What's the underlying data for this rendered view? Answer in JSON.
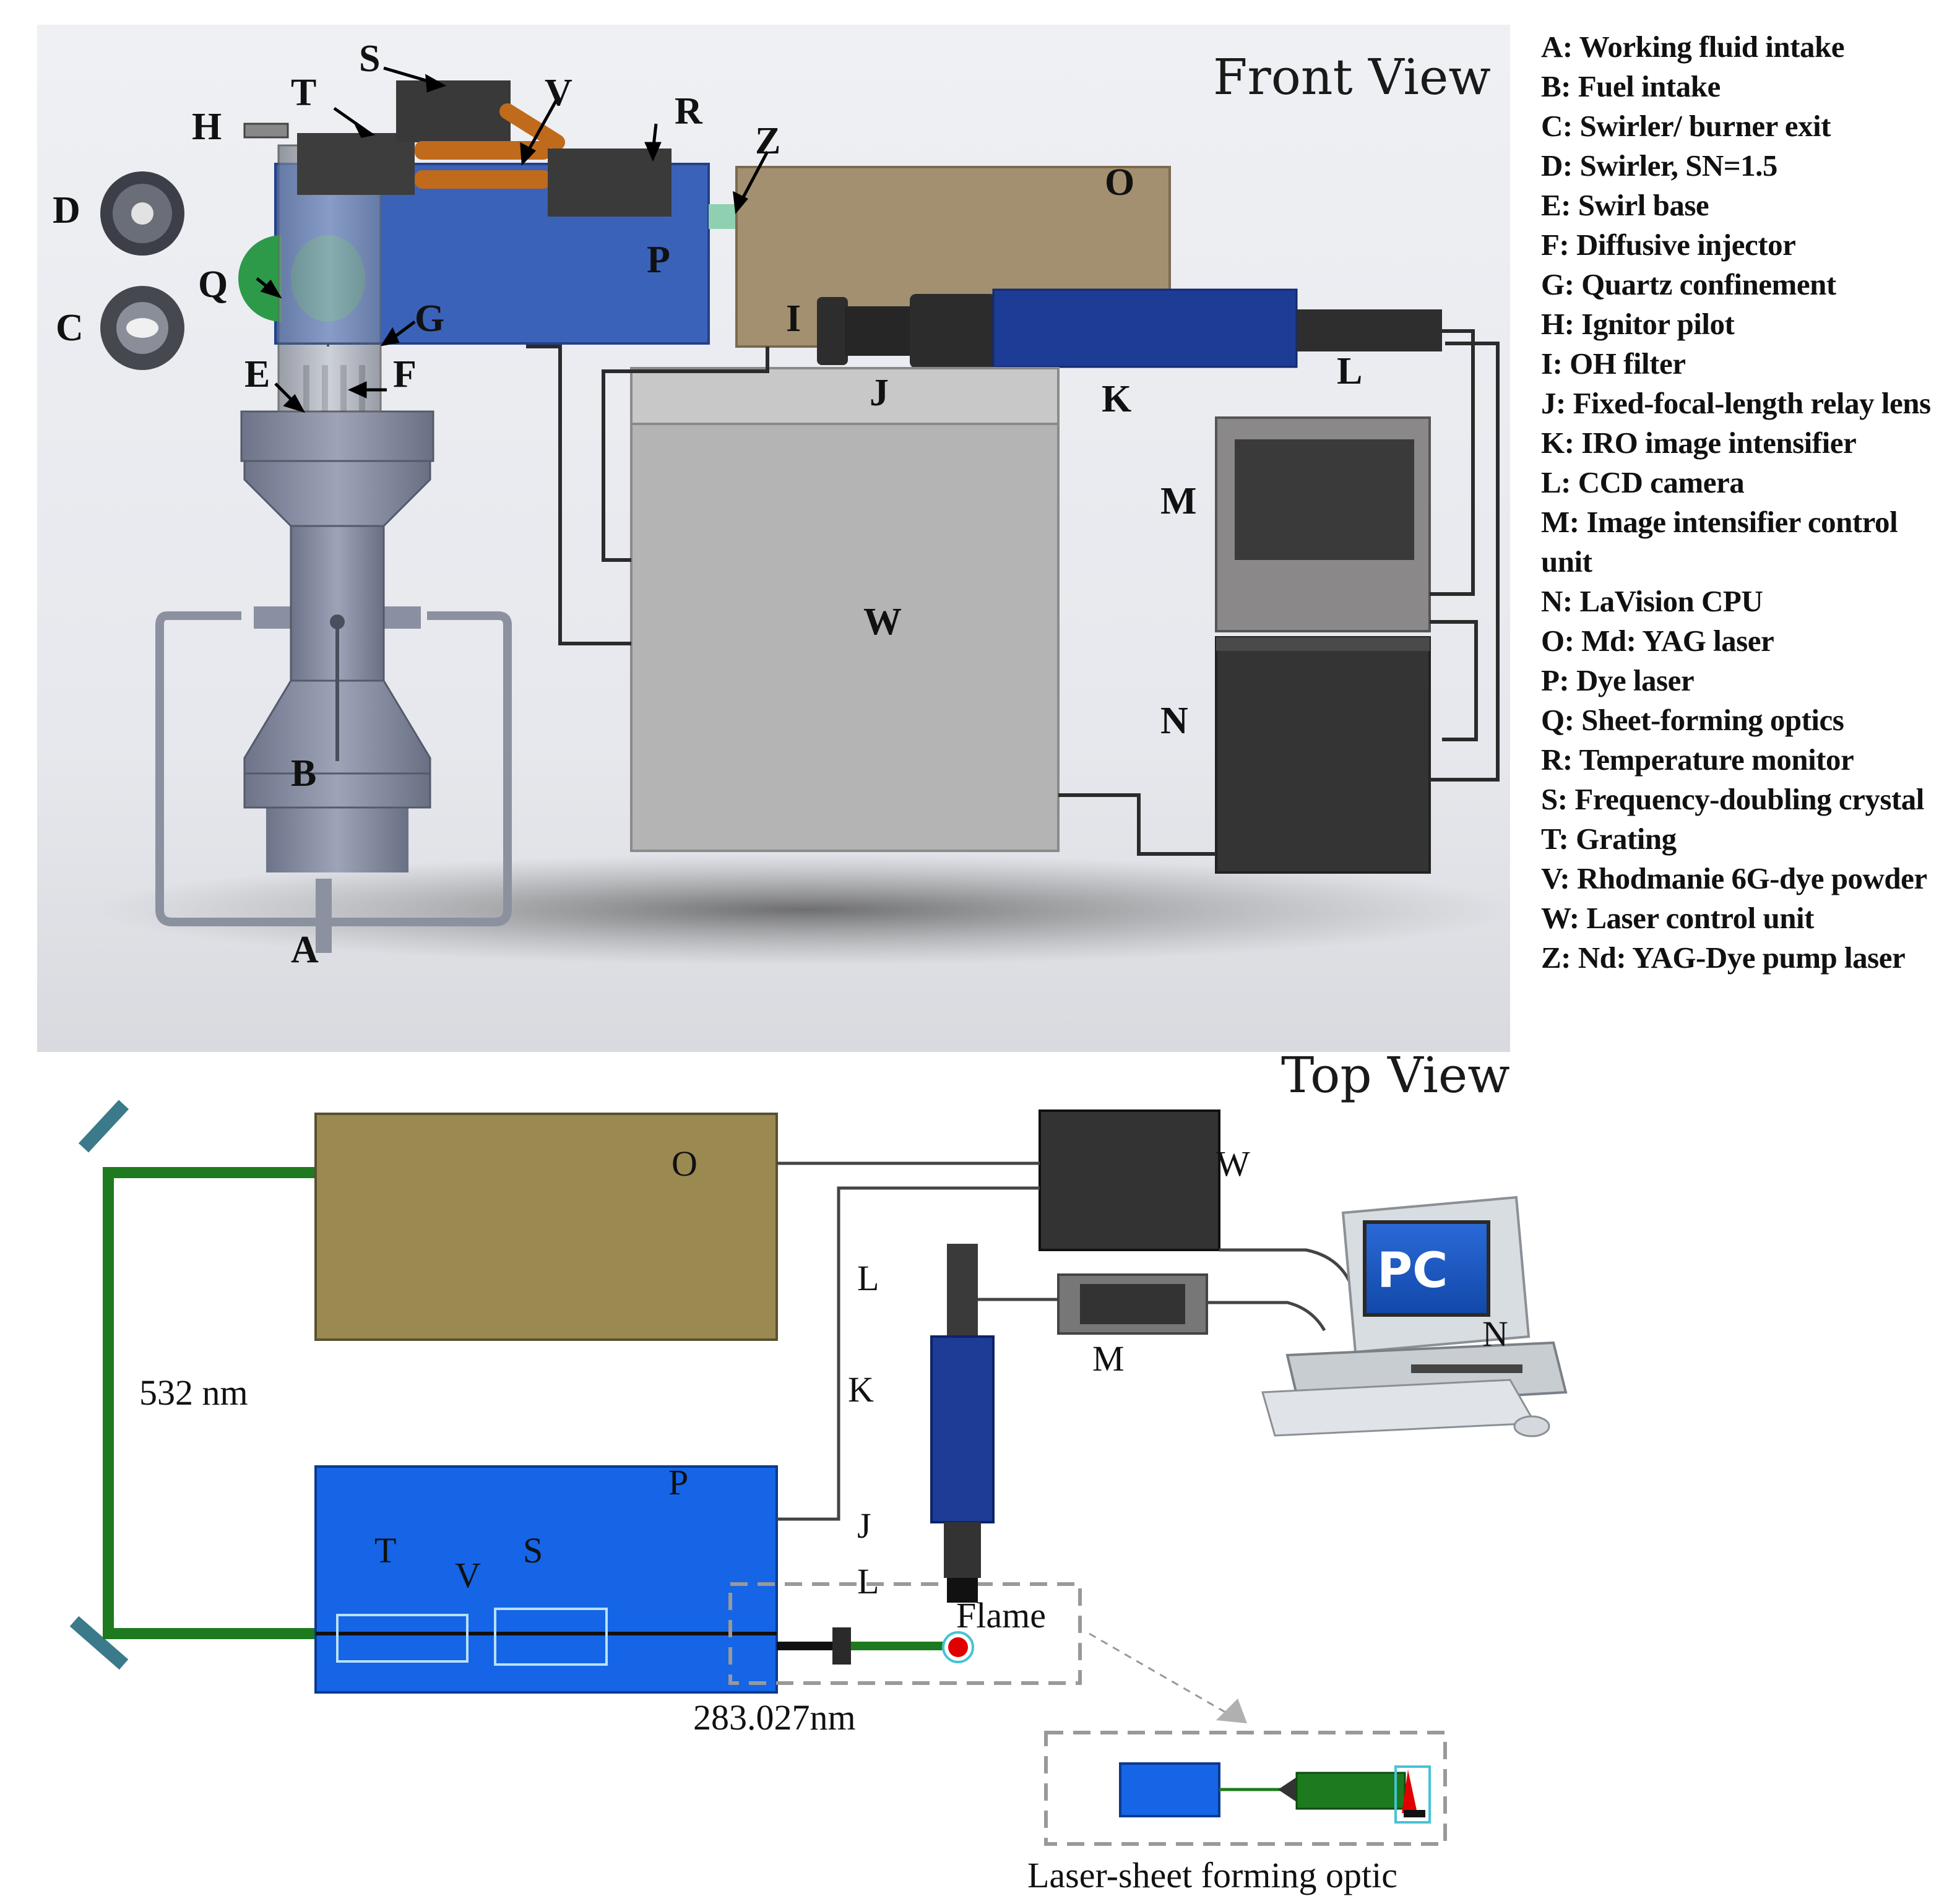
{
  "views": {
    "front": "Front View",
    "top": "Top View"
  },
  "legend": [
    "A: Working fluid intake",
    "B: Fuel intake",
    "C: Swirler/ burner exit",
    "D: Swirler, SN=1.5",
    "E: Swirl base",
    "F: Diffusive injector",
    "G: Quartz confinement",
    "H: Ignitor pilot",
    "I: OH filter",
    "J: Fixed-focal-length relay lens",
    "K: IRO image intensifier",
    "L: CCD camera",
    "M: Image intensifier control unit",
    "N: LaVision CPU",
    "O: Md: YAG laser",
    "P: Dye laser",
    "Q: Sheet-forming optics",
    "R: Temperature monitor",
    "S: Frequency-doubling crystal",
    "T: Grating",
    "V: Rhodmanie 6G-dye powder",
    "W: Laser control unit",
    "Z: Nd: YAG-Dye pump laser"
  ],
  "front_labels": {
    "A": "A",
    "B": "B",
    "C": "C",
    "D": "D",
    "E": "E",
    "F": "F",
    "G": "G",
    "H": "H",
    "I": "I",
    "J": "J",
    "K": "K",
    "L": "L",
    "M": "M",
    "N": "N",
    "O": "O",
    "P": "P",
    "Q": "Q",
    "R": "R",
    "S": "S",
    "T": "T",
    "V": "V",
    "W": "W",
    "Z": "Z"
  },
  "top_labels": {
    "O": "O",
    "W": "W",
    "L1": "L",
    "K": "K",
    "J": "J",
    "L2": "L",
    "M": "M",
    "N": "N",
    "P": "P",
    "T": "T",
    "V": "V",
    "S": "S",
    "flame": "Flame",
    "pc": "PC",
    "wl532": "532 nm",
    "wl283": "283.027nm",
    "optic_caption": "Laser-sheet forming optic"
  },
  "colors": {
    "dye_laser_front": "#3a62b8",
    "dye_laser_top": "#1565e6",
    "yag_laser": "#a39070",
    "yag_laser_top": "#9a8a52",
    "beam_green": "#1e7a1e",
    "intensifier_blue": "#1d3c96",
    "cabinet_grey": "#b4b4b4",
    "dark_box": "#333333"
  }
}
